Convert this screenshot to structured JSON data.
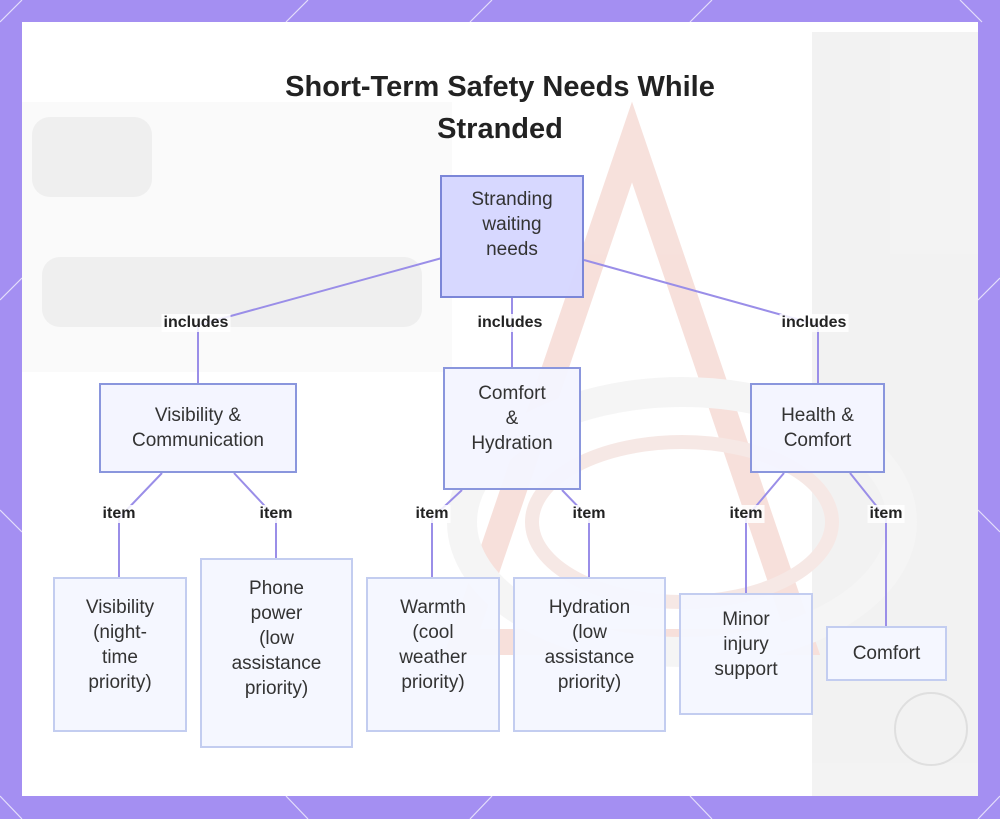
{
  "diagram": {
    "title_lines": [
      "Short-Term Safety Needs While",
      "Stranded"
    ],
    "root": {
      "lines": [
        "Stranding",
        "waiting",
        "needs"
      ]
    },
    "edge_labels": {
      "includes_1": "includes",
      "includes_2": "includes",
      "includes_3": "includes",
      "item_1": "item",
      "item_2": "item",
      "item_3": "item",
      "item_4": "item",
      "item_5": "item",
      "item_6": "item"
    },
    "categories": [
      {
        "lines": [
          "Visibility &",
          "Communication"
        ]
      },
      {
        "lines": [
          "Comfort",
          "&",
          "Hydration"
        ]
      },
      {
        "lines": [
          "Health &",
          "Comfort"
        ]
      }
    ],
    "leaves": [
      {
        "lines": [
          "Visibility",
          "(night-",
          "time",
          "priority)"
        ]
      },
      {
        "lines": [
          "Phone",
          "power",
          "(low",
          "assistance",
          "priority)"
        ]
      },
      {
        "lines": [
          "Warmth",
          "(cool",
          "weather",
          "priority)"
        ]
      },
      {
        "lines": [
          "Hydration",
          "(low",
          "assistance",
          "priority)"
        ]
      },
      {
        "lines": [
          "Minor",
          "injury",
          "support"
        ]
      },
      {
        "lines": [
          "Comfort"
        ]
      }
    ],
    "colors": {
      "frame": "#a48ff2",
      "edge": "#9a8ee8",
      "root_fill": "#d6d7ff",
      "node_border": "#8a96dd"
    }
  }
}
